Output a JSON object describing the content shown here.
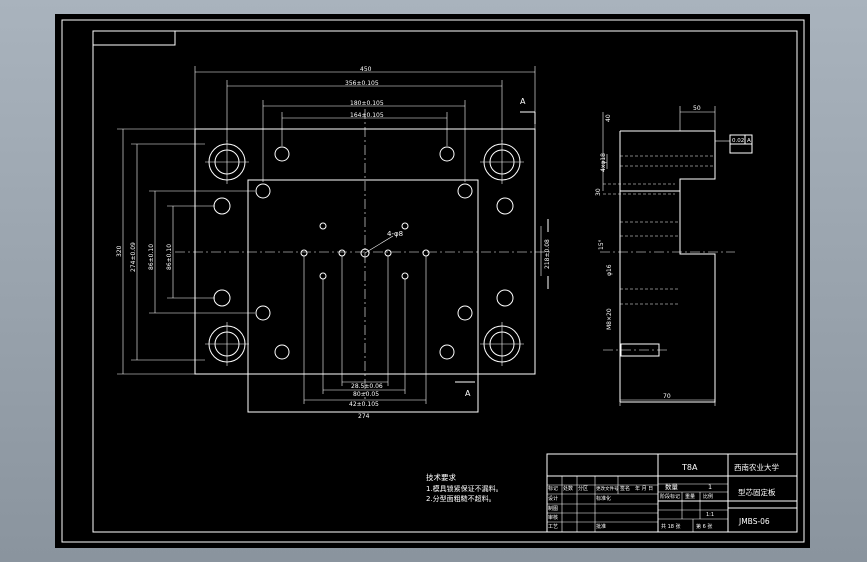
{
  "front_view": {
    "dim_overall_width": "450",
    "dim_bolt_span": "356±0.105",
    "dim_pin_span_outer": "180±0.105",
    "dim_pin_span_inner": "164±0.105",
    "dim_overall_height": "320",
    "dim_height_bolt": "274±0.09",
    "dim_height_pins": "86±0.10",
    "dim_height_inner": "86±0.10",
    "dim_right_half": "218±0.08",
    "dim_bottom_1": "28.5±0.06",
    "dim_bottom_2": "80±0.05",
    "dim_bottom_3": "42±0.105",
    "dim_bottom_overall": "274",
    "section_label_top": "A",
    "section_label_bottom": "A",
    "center_callout": "4-φ8"
  },
  "section_view": {
    "dim_top": "50",
    "dim_top_left": "40",
    "dim_left_1": "4xφ18",
    "dim_left_2": "30",
    "dim_left_3": "15°",
    "dim_left_4": "φ16",
    "dim_left_5": "M8×20",
    "dim_bottom": "70",
    "callout_tol": "0.02",
    "callout_ref": "A"
  },
  "tech_req": {
    "title": "技术要求",
    "line1": "1.模具锁紧保证不漏料。",
    "line2": "2.分型面粗糙不超料。"
  },
  "title_block": {
    "material": "T8A",
    "school": "西南农业大学",
    "part_name": "型芯固定板",
    "drawing_no": "JMBS-06",
    "qty_label": "数量",
    "qty_value": "1",
    "mark": "标记",
    "count": "处数",
    "zone": "分区",
    "change_doc": "更改文件号",
    "sign": "签名",
    "date": "年 月 日",
    "design": "设计",
    "standardize": "标准化",
    "stage_mark": "阶段标记",
    "weight": "重量",
    "scale": "比例",
    "scale_value": "1:1",
    "check": "审核",
    "process": "工艺",
    "approve": "批准",
    "drawn": "制图",
    "sheets": "共 18 张",
    "sheet_no": "第 6 张"
  }
}
